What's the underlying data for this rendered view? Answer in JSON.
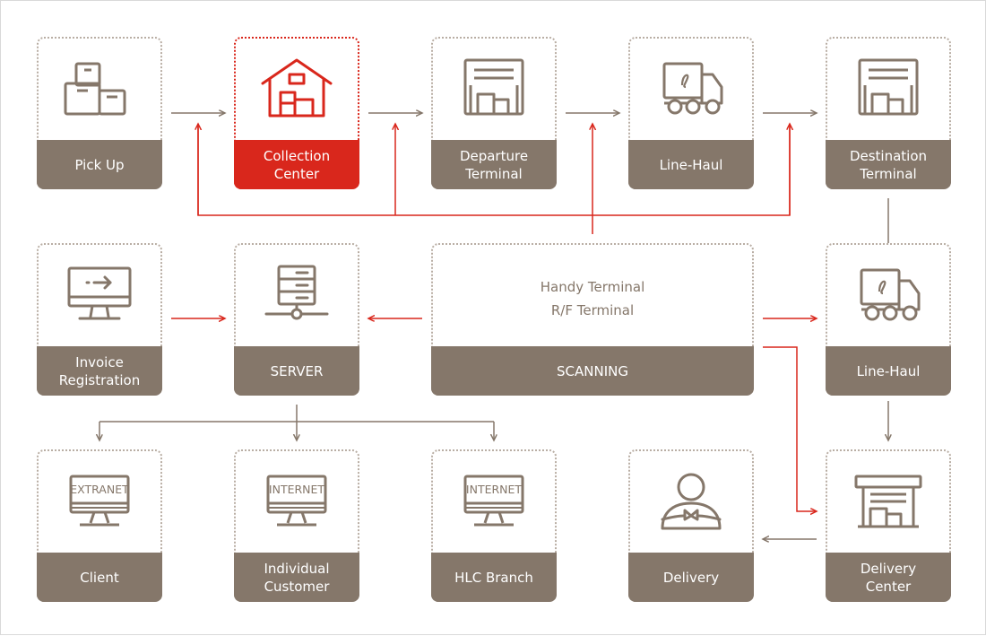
{
  "nodes": {
    "pickup": {
      "label": "Pick Up"
    },
    "collection": {
      "label": "Collection\nCenter"
    },
    "departure": {
      "label": "Departure\nTerminal"
    },
    "linehaul1": {
      "label": "Line-Haul"
    },
    "destination": {
      "label": "Destination\nTerminal"
    },
    "invoice": {
      "label": "Invoice\nRegistration"
    },
    "server": {
      "label": "SERVER"
    },
    "scanning": {
      "label": "SCANNING",
      "line1": "Handy Terminal",
      "line2": "R/F Terminal"
    },
    "linehaul2": {
      "label": "Line-Haul"
    },
    "client": {
      "label": "Client",
      "screen": "EXTRANET"
    },
    "individual": {
      "label": "Individual\nCustomer",
      "screen": "INTERNET"
    },
    "hlc": {
      "label": "HLC Branch",
      "screen": "INTERNET"
    },
    "delivery": {
      "label": "Delivery"
    },
    "deliverycenter": {
      "label": "Delivery\nCenter"
    }
  },
  "colors": {
    "brown": "#85776a",
    "red": "#d9271c",
    "dotted": "#b9aea4"
  },
  "icons": {
    "pickup": "boxes-icon",
    "collection": "warehouse-icon",
    "departure": "terminal-building-icon",
    "linehaul": "truck-icon",
    "destination": "terminal-building-icon",
    "invoice": "monitor-arrow-icon",
    "server": "server-icon",
    "client": "monitor-icon",
    "delivery": "delivery-person-icon",
    "deliverycenter": "storefront-icon"
  }
}
